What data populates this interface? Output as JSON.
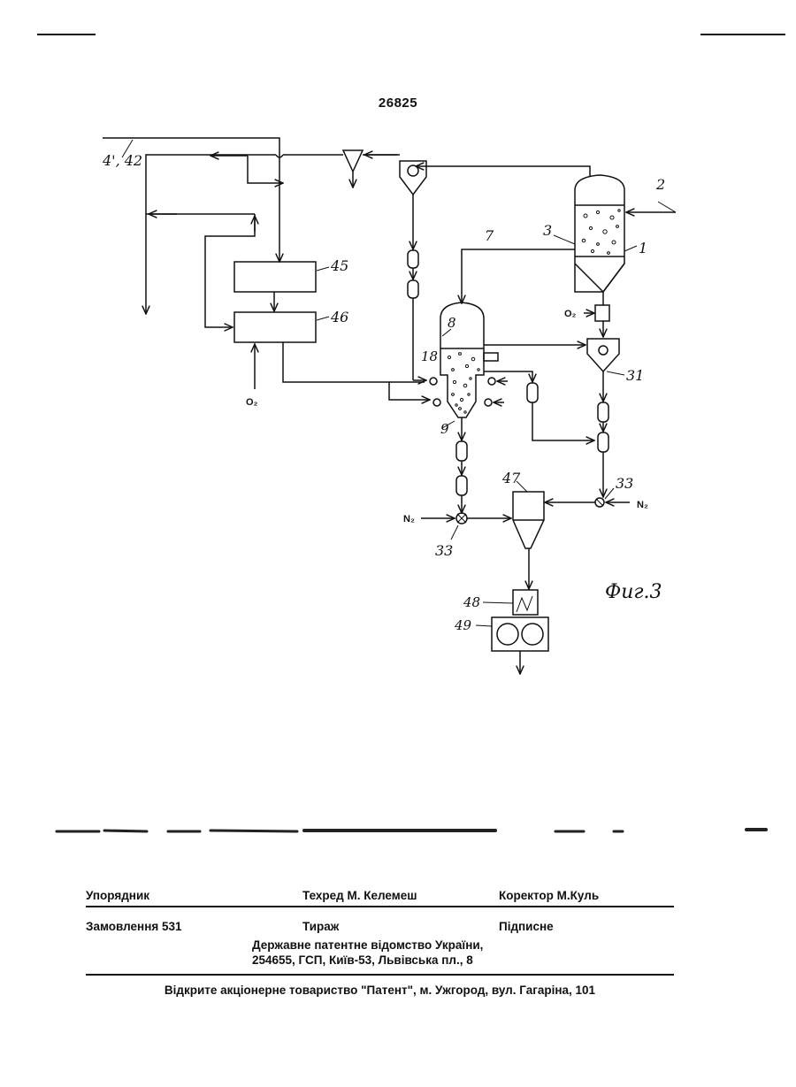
{
  "header": {
    "patent_number": "26825"
  },
  "figure": {
    "caption": "Фиг.3",
    "ref_labels": {
      "l_41_42": "4', 42",
      "l_45": "45",
      "l_46": "46",
      "l_2": "2",
      "l_3": "3",
      "l_1": "1",
      "l_7": "7",
      "l_8": "8",
      "l_18": "18",
      "l_31": "31",
      "l_9": "9",
      "l_47": "47",
      "l_33a": "33",
      "l_33b": "33",
      "l_48": "48",
      "l_49": "49"
    },
    "symbols": {
      "o2_left": "O₂",
      "o2_right": "O₂",
      "n2_left": "N₂",
      "n2_right": "N₂"
    }
  },
  "footer": {
    "compiler": "Упорядник",
    "tech_editor": "Техред М. Келемеш",
    "corrector": "Коректор М.Куль",
    "order": "Замовлення 531",
    "circulation": "Тираж",
    "subscription": "Підписне",
    "office_line1": "Державне патентне відомство України,",
    "office_line2": "254655, ГСП, Київ-53, Львівська пл., 8",
    "publisher": "Відкрите акціонерне товариство \"Патент\", м. Ужгород, вул. Гагаріна, 101"
  }
}
